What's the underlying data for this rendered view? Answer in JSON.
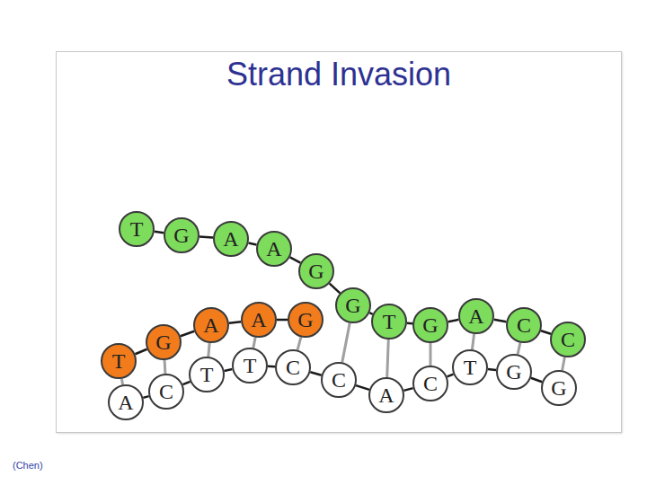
{
  "diagram": {
    "title": "Strand Invasion",
    "nodes": [
      {
        "text": [
          "T"
        ]
      },
      {
        "text": [
          "G"
        ]
      },
      {
        "text": [
          "A"
        ]
      },
      {
        "text": [
          "A"
        ]
      },
      {
        "text": [
          "G"
        ]
      },
      {
        "text": [
          "G"
        ]
      },
      {
        "text": [
          "T"
        ]
      },
      {
        "text": [
          "G"
        ]
      },
      {
        "text": [
          "A"
        ]
      },
      {
        "text": [
          "C"
        ]
      },
      {
        "text": [
          "C"
        ]
      },
      {
        "text": [
          "T"
        ]
      },
      {
        "text": [
          "G"
        ]
      },
      {
        "text": [
          "A"
        ]
      },
      {
        "text": [
          "A"
        ]
      },
      {
        "text": [
          "G"
        ]
      },
      {
        "text": [
          "A"
        ]
      },
      {
        "text": [
          "C"
        ]
      },
      {
        "text": [
          "T"
        ]
      },
      {
        "text": [
          "T"
        ]
      },
      {
        "text": [
          "C"
        ]
      },
      {
        "text": [
          "C"
        ]
      },
      {
        "text": [
          "A"
        ]
      },
      {
        "text": [
          "C"
        ]
      },
      {
        "text": [
          "T"
        ]
      },
      {
        "text": [
          "G"
        ]
      },
      {
        "text": [
          "G"
        ]
      }
    ],
    "edges": [
      {
        "from": 0,
        "to": 1,
        "arrow": "none"
      },
      {
        "from": 1,
        "to": 2,
        "arrow": "none"
      },
      {
        "from": 2,
        "to": 3,
        "arrow": "none"
      },
      {
        "from": 3,
        "to": 4,
        "arrow": "none"
      },
      {
        "from": 4,
        "to": 5,
        "arrow": "none"
      },
      {
        "from": 5,
        "to": 6,
        "arrow": "none"
      },
      {
        "from": 6,
        "to": 7,
        "arrow": "none"
      },
      {
        "from": 7,
        "to": 8,
        "arrow": "none"
      },
      {
        "from": 8,
        "to": 9,
        "arrow": "none"
      },
      {
        "from": 9,
        "to": 10,
        "arrow": "none"
      },
      {
        "from": 11,
        "to": 12,
        "arrow": "none"
      },
      {
        "from": 12,
        "to": 13,
        "arrow": "none"
      },
      {
        "from": 13,
        "to": 14,
        "arrow": "none"
      },
      {
        "from": 14,
        "to": 15,
        "arrow": "none"
      },
      {
        "from": 16,
        "to": 17,
        "arrow": "none"
      },
      {
        "from": 17,
        "to": 18,
        "arrow": "none"
      },
      {
        "from": 18,
        "to": 19,
        "arrow": "none"
      },
      {
        "from": 19,
        "to": 20,
        "arrow": "none"
      },
      {
        "from": 20,
        "to": 21,
        "arrow": "none"
      },
      {
        "from": 21,
        "to": 22,
        "arrow": "none"
      },
      {
        "from": 22,
        "to": 23,
        "arrow": "none"
      },
      {
        "from": 23,
        "to": 24,
        "arrow": "none"
      },
      {
        "from": 24,
        "to": 25,
        "arrow": "none"
      },
      {
        "from": 25,
        "to": 26,
        "arrow": "none"
      },
      {
        "from": 11,
        "to": 16,
        "arrow": "none"
      },
      {
        "from": 12,
        "to": 17,
        "arrow": "none"
      },
      {
        "from": 13,
        "to": 18,
        "arrow": "none"
      },
      {
        "from": 14,
        "to": 19,
        "arrow": "none"
      },
      {
        "from": 15,
        "to": 20,
        "arrow": "none"
      },
      {
        "from": 5,
        "to": 21,
        "arrow": "none"
      },
      {
        "from": 6,
        "to": 22,
        "arrow": "none"
      },
      {
        "from": 7,
        "to": 23,
        "arrow": "none"
      },
      {
        "from": 8,
        "to": 24,
        "arrow": "none"
      },
      {
        "from": 9,
        "to": 25,
        "arrow": "none"
      },
      {
        "from": 10,
        "to": 26,
        "arrow": "none"
      }
    ],
    "labels": [
      "(Chen)"
    ]
  }
}
